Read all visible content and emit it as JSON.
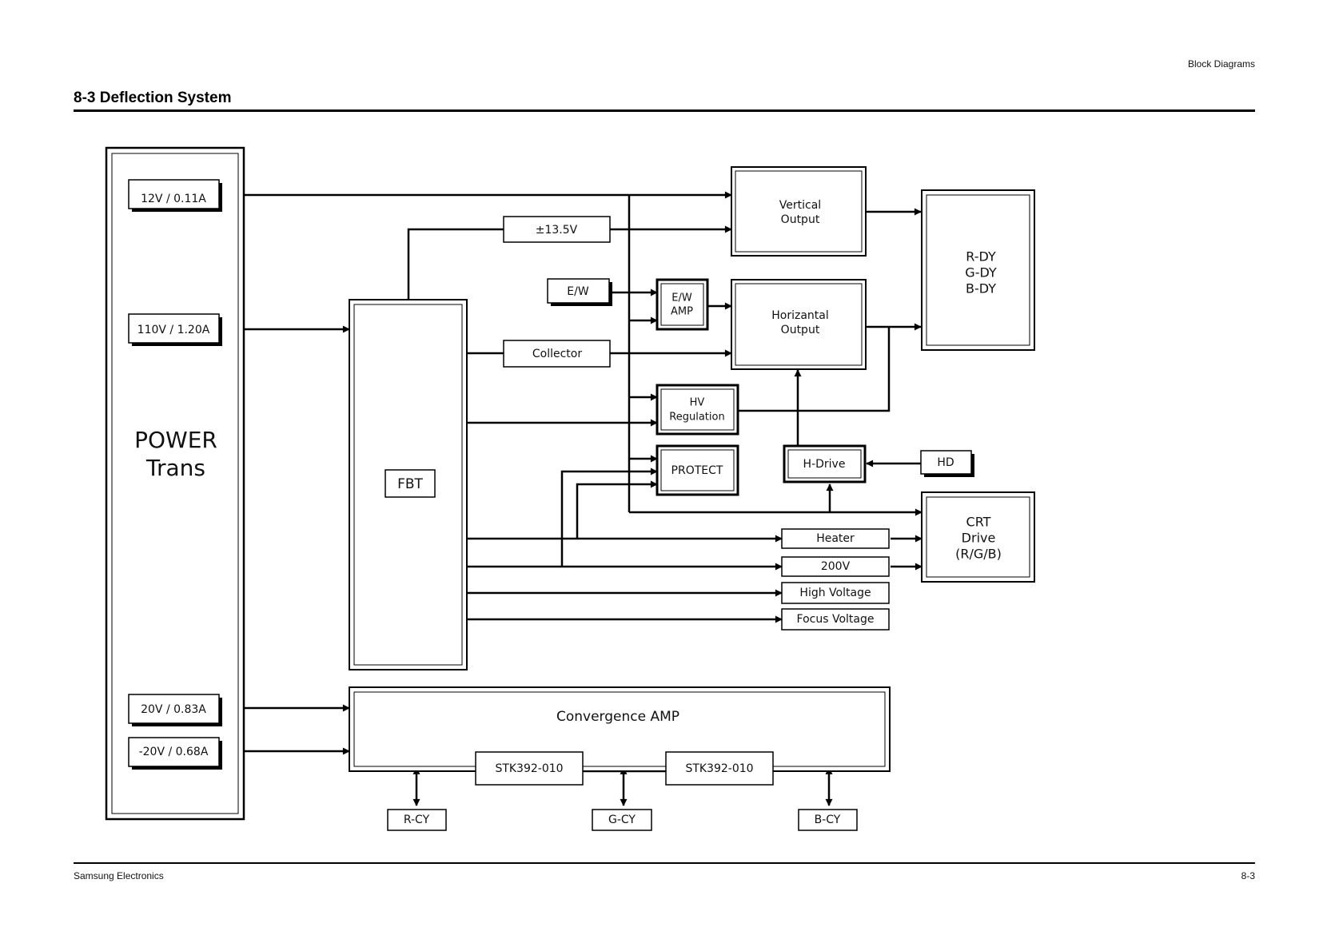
{
  "header": {
    "section": "Block Diagrams",
    "title": "8-3 Deflection System"
  },
  "footer": {
    "company": "Samsung Electronics",
    "page": "8-3"
  },
  "diagram": {
    "power_trans": {
      "line1": "POWER",
      "line2": "Trans"
    },
    "supplies": {
      "v12": "12V / 0.11A",
      "v110": "110V / 1.20A",
      "v20": "20V / 0.83A",
      "vneg20": "-20V / 0.68A"
    },
    "fbt": "FBT",
    "pm135": "±13.5V",
    "ew": "E/W",
    "ew_amp": {
      "line1": "E/W",
      "line2": "AMP"
    },
    "collector": "Collector",
    "vertical_output": {
      "line1": "Vertical",
      "line2": "Output"
    },
    "horizontal_output": {
      "line1": "Horizantal",
      "line2": "Output"
    },
    "dy": {
      "line1": "R-DY",
      "line2": "G-DY",
      "line3": "B-DY"
    },
    "hv_regulation": {
      "line1": "HV",
      "line2": "Regulation"
    },
    "protect": "PROTECT",
    "h_drive": "H-Drive",
    "hd": "HD",
    "crt_drive": {
      "line1": "CRT",
      "line2": "Drive",
      "line3": "(R/G/B)"
    },
    "heater": "Heater",
    "v200": "200V",
    "high_voltage": "High Voltage",
    "focus_voltage": "Focus Voltage",
    "convergence_amp": "Convergence AMP",
    "stk1": "STK392-010",
    "stk2": "STK392-010",
    "rcy": "R-CY",
    "gcy": "G-CY",
    "bcy": "B-CY"
  }
}
